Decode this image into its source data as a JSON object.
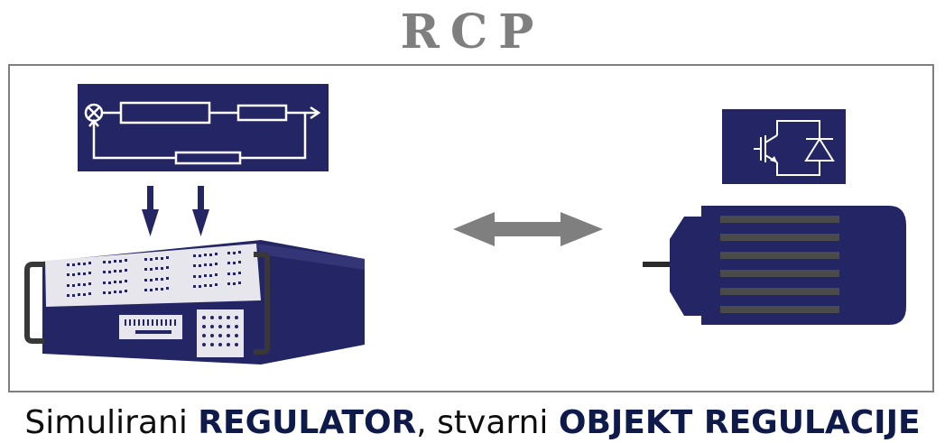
{
  "title": "RCP",
  "caption": {
    "part1": "Simulirani ",
    "part2": "REGULATOR",
    "part3": ", stvarni ",
    "part4": "OBJEKT REGULACIJE"
  },
  "colors": {
    "navy": "#242565",
    "gray": "#7f7f7f",
    "rack_gray": "#e6e6ec",
    "motor_stripe": "#4a4a4a"
  },
  "icons": {
    "controller": "block-diagram-icon",
    "hardware": "rcp-hardware-rack",
    "transistor": "igbt-diode-icon",
    "motor": "electric-motor",
    "link": "bidirectional-arrow"
  }
}
